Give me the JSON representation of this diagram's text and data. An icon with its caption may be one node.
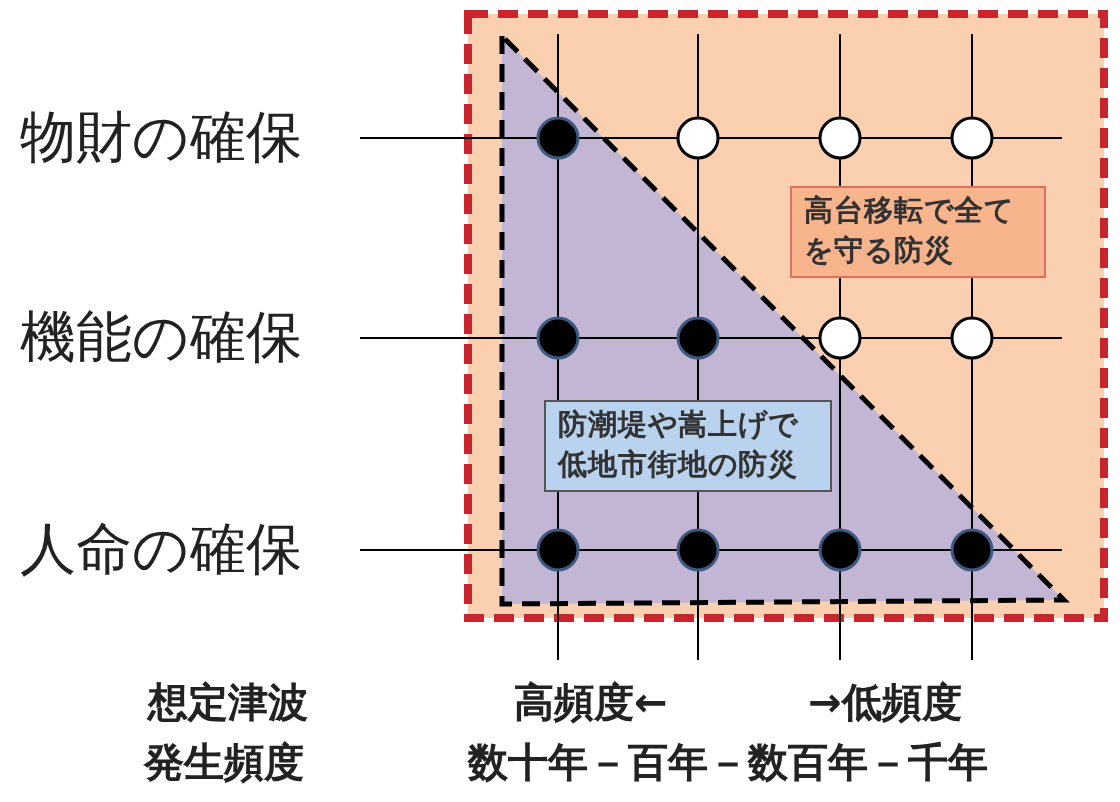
{
  "diagram": {
    "nodes": [
      {
        "text": [
          "高台移転で全てを守る防災"
        ]
      },
      {
        "text": [
          "防潮堤や嵩上げで低地市街地の防災"
        ]
      }
    ],
    "edges": [],
    "labels": [
      "物財の確保",
      "機能の確保",
      "人命の確保",
      "想定津波",
      "高頻度←",
      "→低頻度",
      "発生頻度",
      "数十年－百年－数百年－千年"
    ]
  }
}
